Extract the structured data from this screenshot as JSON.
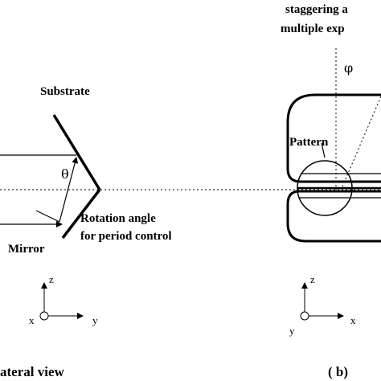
{
  "panel_a": {
    "substrate_label": "Substrate",
    "theta_symbol": "θ",
    "mirror_label": "Mirror",
    "rotation_label_line1": "Rotation angle",
    "rotation_label_line2": "for period control",
    "axes": {
      "z": "z",
      "x": "x",
      "y": "y"
    },
    "caption": "ateral view"
  },
  "panel_b": {
    "staggering_line1": "staggering a",
    "staggering_line2": "multiple exp",
    "phi_symbol": "φ",
    "pattern_label": "Pattern",
    "axes": {
      "z": "z",
      "y": "y",
      "x": "x"
    },
    "caption": "( b)"
  }
}
